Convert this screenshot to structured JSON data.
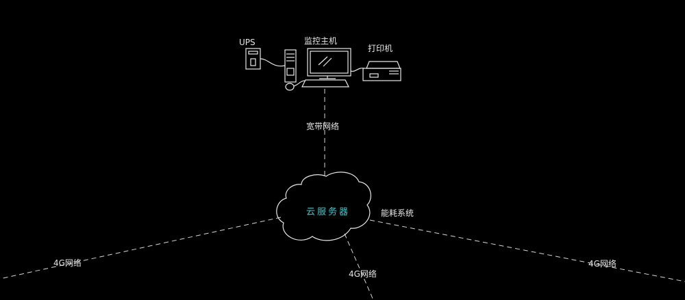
{
  "labels": {
    "ups": "UPS",
    "monitor_host": "监控主机",
    "printer": "打印机",
    "broadband": "宽带网络",
    "cloud_server": "云服务器",
    "energy_system": "能耗系统",
    "net_4g_left": "4G网络",
    "net_4g_bottom": "4G网络",
    "net_4g_right": "4G网络"
  },
  "colors": {
    "background": "#000000",
    "line": "#e8e8e8",
    "cloud_text": "#3fc6c6"
  }
}
